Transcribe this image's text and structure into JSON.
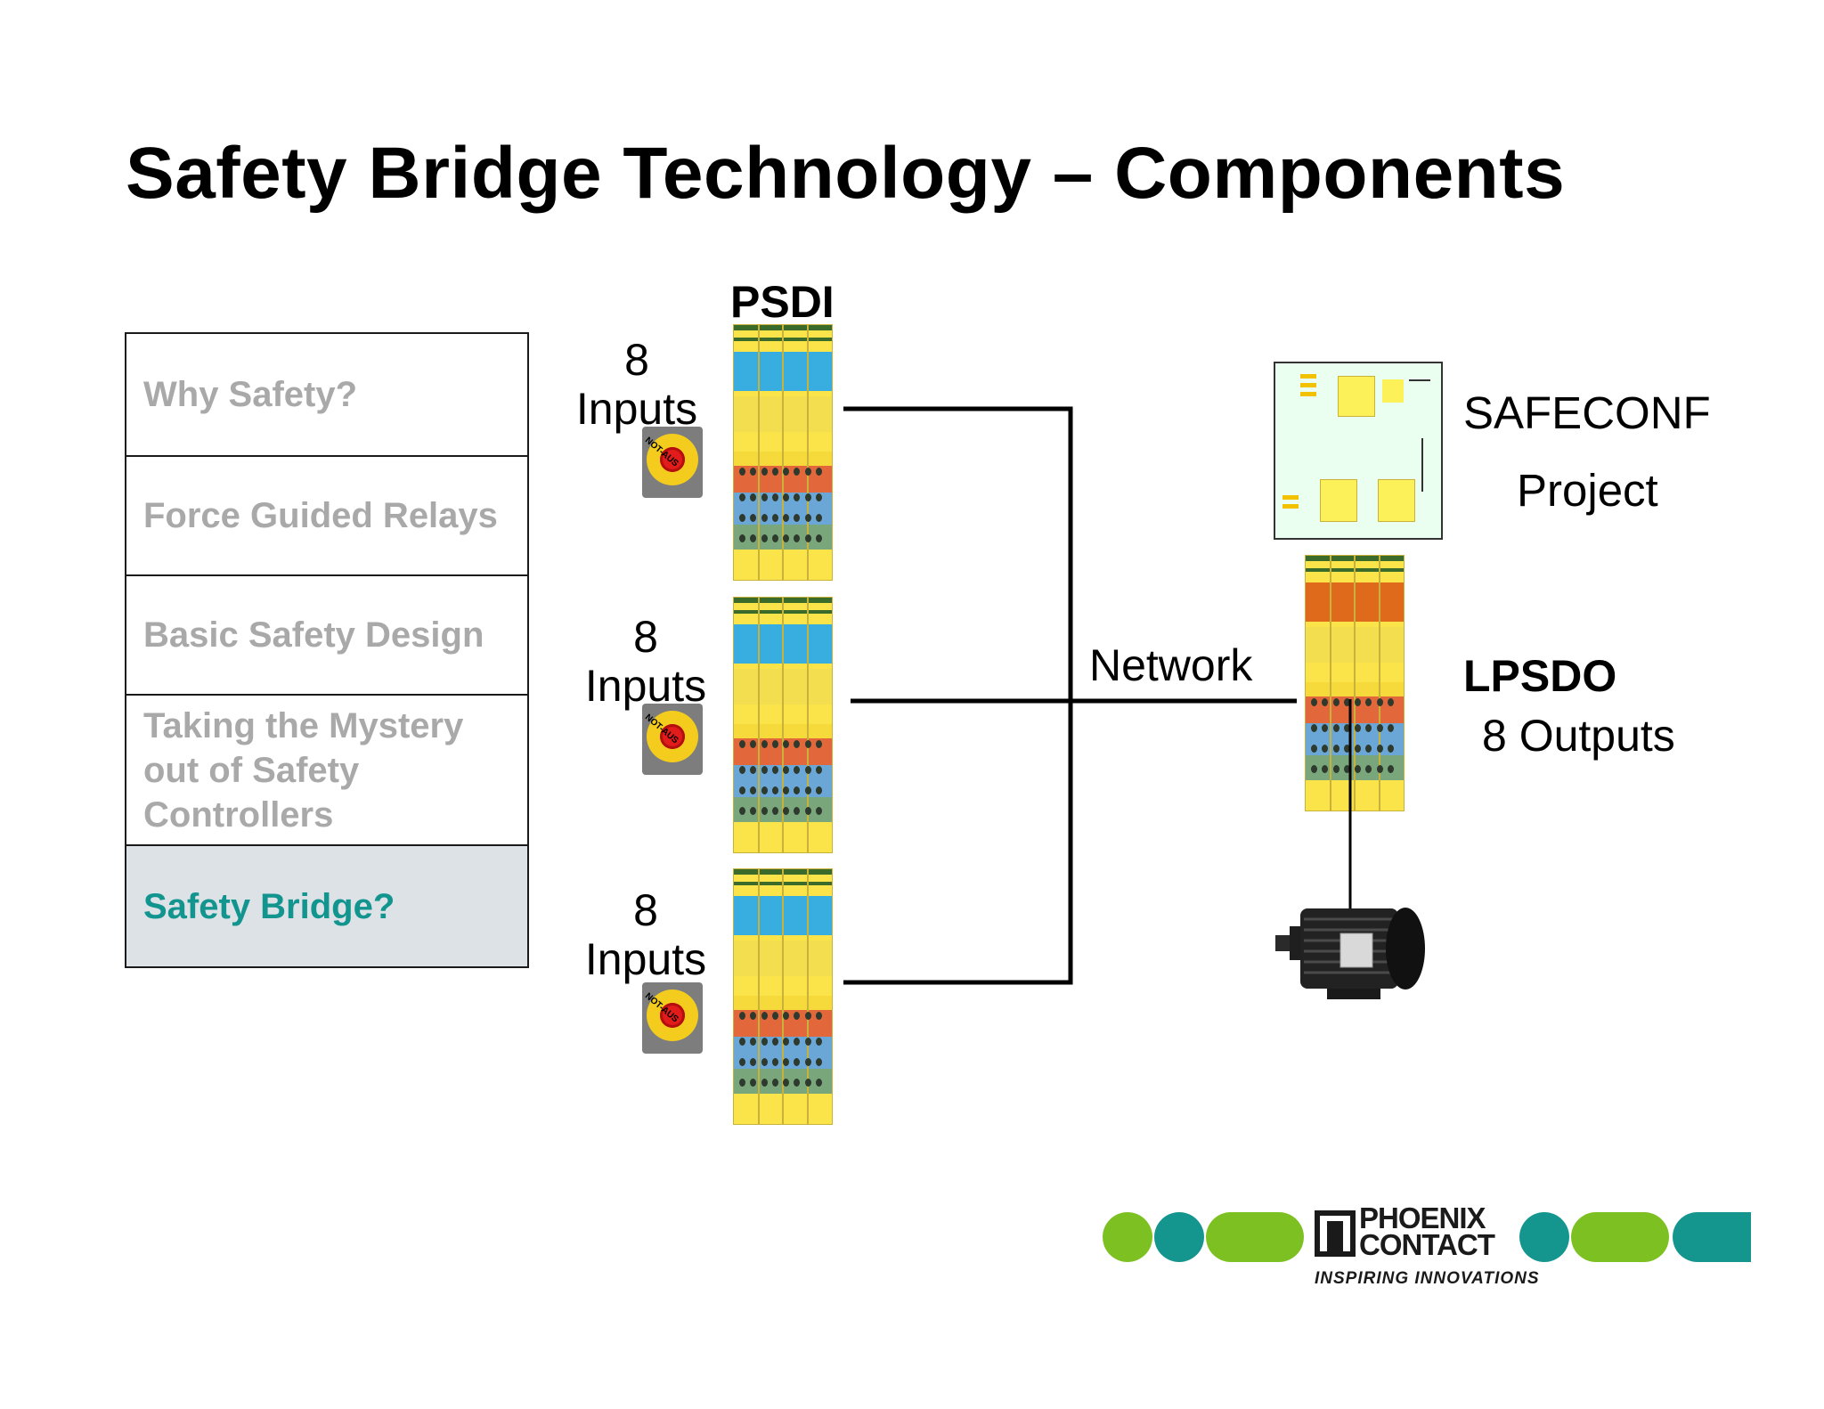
{
  "title": "Safety Bridge Technology – Components",
  "nav": {
    "items": [
      {
        "label": "Why Safety?",
        "active": false
      },
      {
        "label": "Force Guided Relays",
        "active": false
      },
      {
        "label": "Basic Safety Design",
        "active": false
      },
      {
        "label": "Taking the Mystery out of Safety Controllers",
        "active": false
      },
      {
        "label": "Safety Bridge?",
        "active": true
      }
    ]
  },
  "diagram": {
    "psdi_label": "PSDI",
    "inputs": [
      {
        "count": "8",
        "label": "Inputs"
      },
      {
        "count": "8",
        "label": "Inputs"
      },
      {
        "count": "8",
        "label": "Inputs"
      }
    ],
    "estop_text": "NOT-AUS",
    "network_label": "Network",
    "safeconf_label": "SAFECONF",
    "project_label": "Project",
    "lpsdo_label": "LPSDO",
    "outputs_label": "8 Outputs"
  },
  "logo": {
    "name": "PHOENIX CONTACT",
    "tagline": "INSPIRING INNOVATIONS",
    "colors": {
      "green": "#7dc022",
      "teal": "#14968f",
      "black": "#1a1a1a"
    }
  }
}
